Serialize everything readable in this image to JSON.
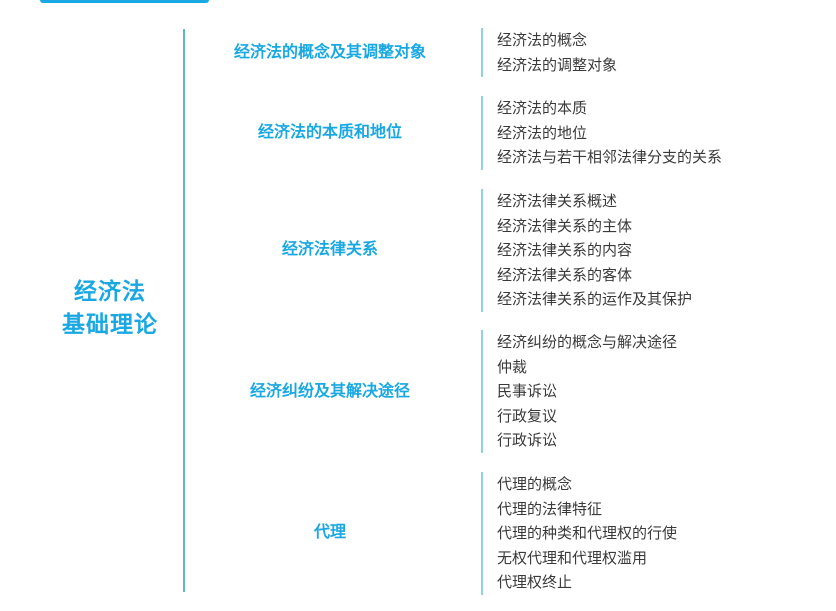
{
  "main_title": {
    "line1": "经济法",
    "line2": "基础理论"
  },
  "colors": {
    "accent": "#1aa8e2",
    "list_border": "#8fd3df",
    "text": "#3a3a3a"
  },
  "sections": [
    {
      "title": "经济法的概念及其调整对象",
      "items": [
        "经济法的概念",
        "经济法的调整对象"
      ]
    },
    {
      "title": "经济法的本质和地位",
      "items": [
        "经济法的本质",
        "经济法的地位",
        "经济法与若干相邻法律分支的关系"
      ]
    },
    {
      "title": "经济法律关系",
      "items": [
        "经济法律关系概述",
        "经济法律关系的主体",
        "经济法律关系的内容",
        "经济法律关系的客体",
        "经济法律关系的运作及其保护"
      ]
    },
    {
      "title": "经济纠纷及其解决途径",
      "items": [
        "经济纠纷的概念与解决途径",
        "仲裁",
        "民事诉讼",
        "行政复议",
        "行政诉讼"
      ]
    },
    {
      "title": "代理",
      "items": [
        "代理的概念",
        "代理的法律特征",
        "代理的种类和代理权的行使",
        "无权代理和代理权滥用",
        "代理权终止"
      ]
    }
  ]
}
